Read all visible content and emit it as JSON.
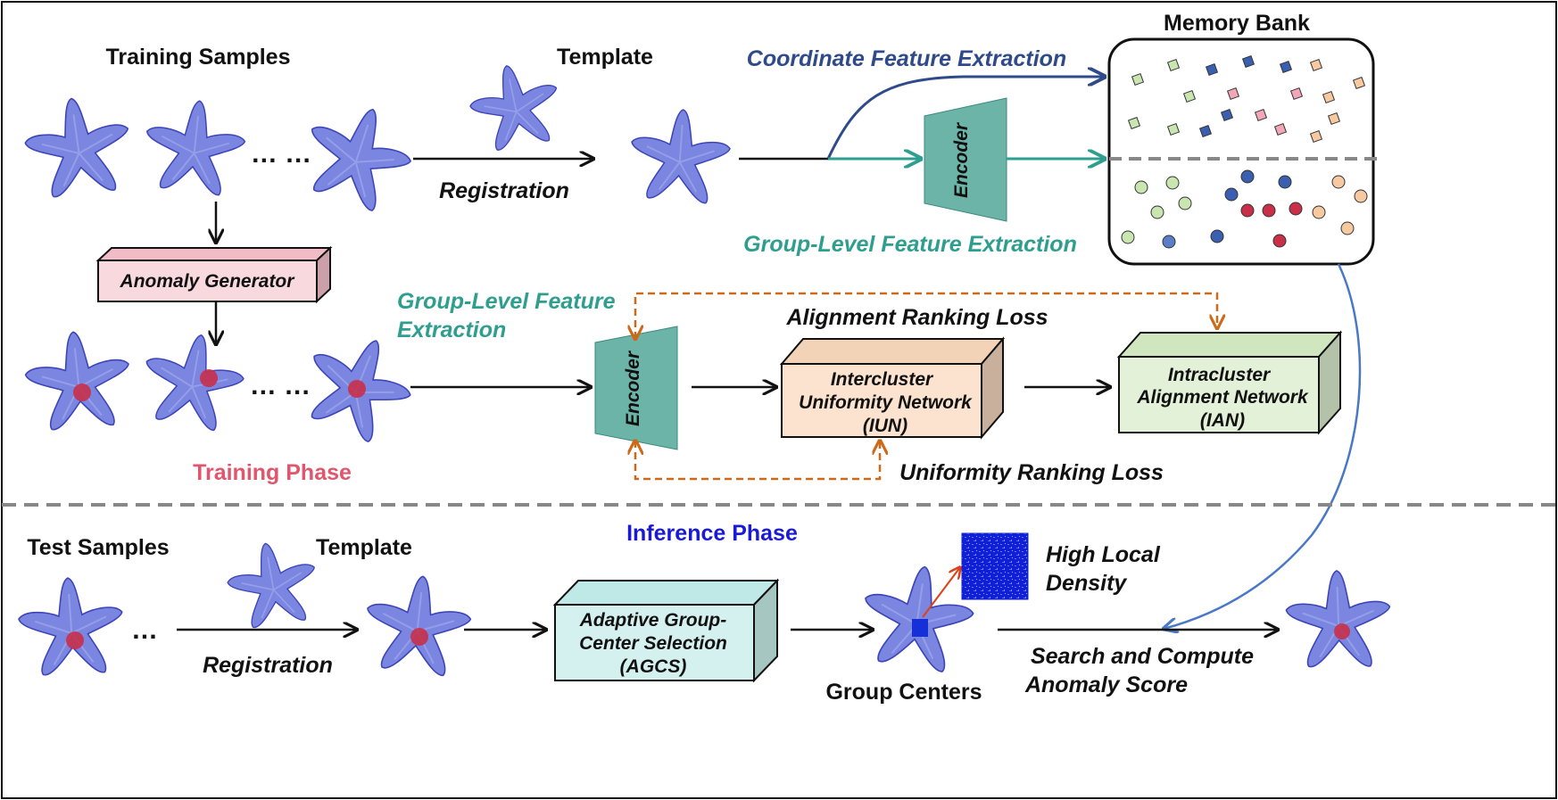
{
  "labels": {
    "training_samples": "Training Samples",
    "template_top": "Template",
    "registration_top": "Registration",
    "coord_feature": "Coordinate Feature Extraction",
    "group_feature_top": "Group-Level Feature Extraction",
    "memory_bank": "Memory Bank",
    "encoder": "Encoder",
    "anomaly_generator": "Anomaly Generator",
    "group_feature_mid_1": "Group-Level Feature",
    "group_feature_mid_2": "Extraction",
    "alignment_loss": "Alignment Ranking Loss",
    "uniformity_loss": "Uniformity Ranking Loss",
    "iun_1": "Intercluster",
    "iun_2": "Uniformity Network",
    "iun_3": "(IUN)",
    "ian_1": "Intracluster",
    "ian_2": "Alignment Network",
    "ian_3": "(IAN)",
    "training_phase": "Training Phase",
    "inference_phase": "Inference Phase",
    "test_samples": "Test Samples",
    "template_bottom": "Template",
    "registration_bottom": "Registration",
    "agcs_1": "Adaptive Group-",
    "agcs_2": "Center Selection",
    "agcs_3": "(AGCS)",
    "high_local_1": "High Local",
    "high_local_2": "Density",
    "group_centers": "Group Centers",
    "search_1": "Search and Compute",
    "search_2": "Anomaly Score",
    "ellipsis_1": "… …",
    "ellipsis_2": "… …",
    "ellipsis_3": "…"
  },
  "colors": {
    "starfish": "#7b86e0",
    "starfish_edge": "#3d45b8",
    "anomaly": "#c8304a",
    "teal": "#2e9e8f",
    "encoder_fill": "#6cb3a8",
    "navy": "#2f4a8a",
    "orange": "#cc6a1a",
    "pink_box": "#f7d9de",
    "peach_box": "#fbe3cf",
    "green_box": "#e2f1d8",
    "cyan_box": "#d4f1ef",
    "training_red": "#e0566c",
    "inference_blue": "#1a1ad6"
  }
}
